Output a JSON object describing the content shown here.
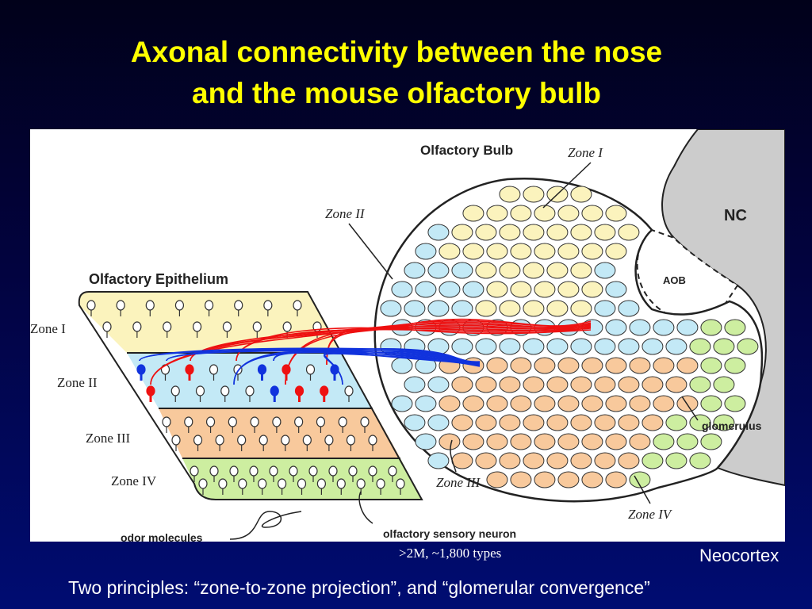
{
  "title": {
    "line1": "Axonal connectivity between the nose",
    "line2": "and the mouse olfactory bulb"
  },
  "diagram": {
    "olfactory_bulb": "Olfactory Bulb",
    "bulb_zone_1": "Zone I",
    "bulb_zone_2": "Zone II",
    "bulb_zone_3": "Zone III",
    "bulb_zone_4": "Zone IV",
    "nc": "NC",
    "aob": "AOB",
    "glomerulus": "glomerulus",
    "olfactory_epithelium": "Olfactory Epithelium",
    "epi_zone_1": "Zone I",
    "epi_zone_2": "Zone II",
    "epi_zone_3": "Zone III",
    "epi_zone_4": "Zone IV",
    "odor_molecules": "odor molecules",
    "olfactory_sensory_neuron": "olfactory sensory neuron",
    "colors": {
      "zone1": "#fbf3bd",
      "zone2": "#c3e9f6",
      "zone3": "#f8c99c",
      "zone4": "#cdeea0",
      "nc": "#cccccc",
      "red_axon": "#ee1111",
      "blue_axon": "#1133dd"
    }
  },
  "captions": {
    "types": ">2M, ~1,800 types",
    "neocortex": "Neocortex",
    "principles": "Two principles: “zone-to-zone projection”, and “glomerular convergence”"
  }
}
